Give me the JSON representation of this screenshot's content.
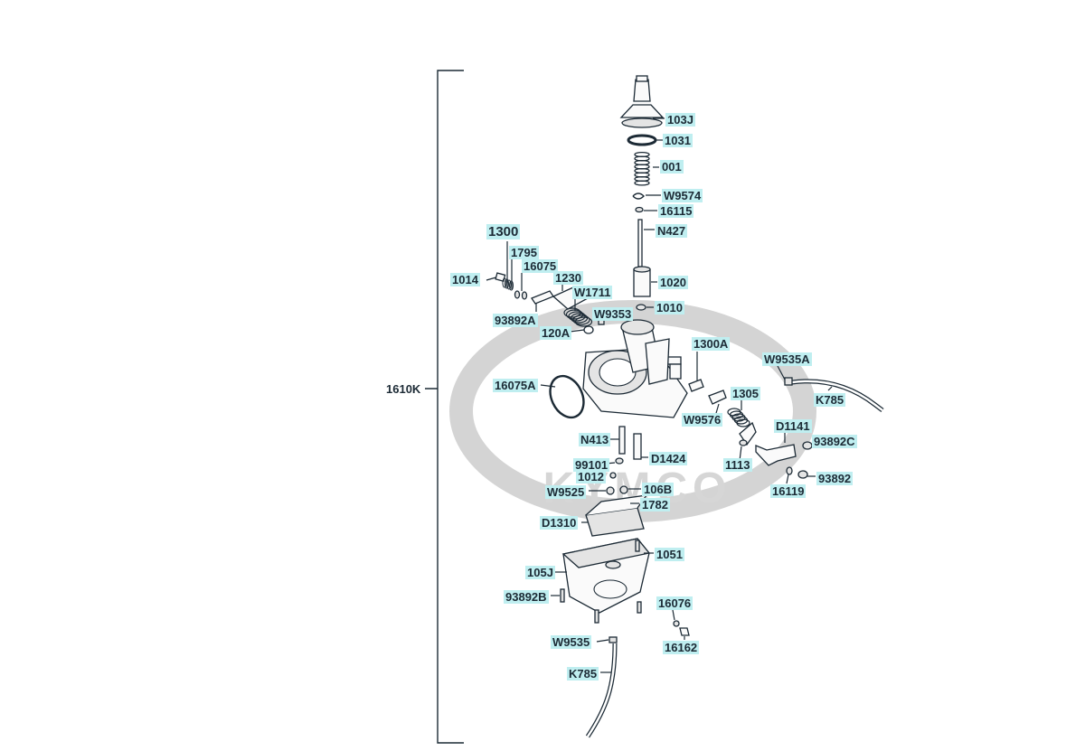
{
  "diagram": {
    "watermark": "KYMCO",
    "accent_color": "#bfeef0",
    "line_color": "#1c2a35",
    "assembly_label": "1610K",
    "callouts": [
      {
        "id": "103J",
        "text": "103J"
      },
      {
        "id": "1031",
        "text": "1031"
      },
      {
        "id": "001",
        "text": "001"
      },
      {
        "id": "W9574",
        "text": "W9574"
      },
      {
        "id": "16115",
        "text": "16115"
      },
      {
        "id": "N427",
        "text": "N427"
      },
      {
        "id": "1300",
        "text": "1300"
      },
      {
        "id": "1795",
        "text": "1795"
      },
      {
        "id": "16075",
        "text": "16075"
      },
      {
        "id": "1014",
        "text": "1014"
      },
      {
        "id": "1230",
        "text": "1230"
      },
      {
        "id": "W1711",
        "text": "W1711"
      },
      {
        "id": "1020",
        "text": "1020"
      },
      {
        "id": "1010",
        "text": "1010"
      },
      {
        "id": "W9353",
        "text": "W9353"
      },
      {
        "id": "93892A",
        "text": "93892A"
      },
      {
        "id": "120A",
        "text": "120A"
      },
      {
        "id": "1300A",
        "text": "1300A"
      },
      {
        "id": "W9535A",
        "text": "W9535A"
      },
      {
        "id": "16075A",
        "text": "16075A"
      },
      {
        "id": "K785a",
        "text": "K785"
      },
      {
        "id": "1305",
        "text": "1305"
      },
      {
        "id": "W9576",
        "text": "W9576"
      },
      {
        "id": "D1141",
        "text": "D1141"
      },
      {
        "id": "N413",
        "text": "N413"
      },
      {
        "id": "93892C",
        "text": "93892C"
      },
      {
        "id": "D1424",
        "text": "D1424"
      },
      {
        "id": "99101",
        "text": "99101"
      },
      {
        "id": "1113",
        "text": "1113"
      },
      {
        "id": "1012",
        "text": "1012"
      },
      {
        "id": "93892",
        "text": "93892"
      },
      {
        "id": "W9525",
        "text": "W9525"
      },
      {
        "id": "106B",
        "text": "106B"
      },
      {
        "id": "16119",
        "text": "16119"
      },
      {
        "id": "1782",
        "text": "1782"
      },
      {
        "id": "D1310",
        "text": "D1310"
      },
      {
        "id": "1051",
        "text": "1051"
      },
      {
        "id": "105J",
        "text": "105J"
      },
      {
        "id": "93892B",
        "text": "93892B"
      },
      {
        "id": "16076",
        "text": "16076"
      },
      {
        "id": "W9535",
        "text": "W9535"
      },
      {
        "id": "16162",
        "text": "16162"
      },
      {
        "id": "K785b",
        "text": "K785"
      }
    ]
  }
}
